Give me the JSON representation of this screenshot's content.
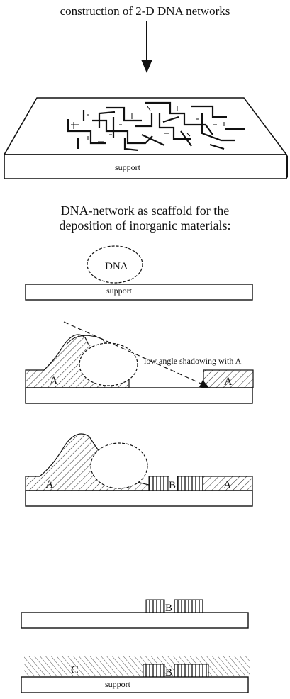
{
  "title_top": "construction of 2-D DNA networks",
  "support_label": "support",
  "scaffold_heading_line1": "DNA-network as scaffold for the",
  "scaffold_heading_line2": "deposition of inorganic materials:",
  "dna_label": "DNA",
  "shadowing_label": "low angle shadowing with A",
  "material_a": "A",
  "material_b": "B",
  "material_c": "C"
}
